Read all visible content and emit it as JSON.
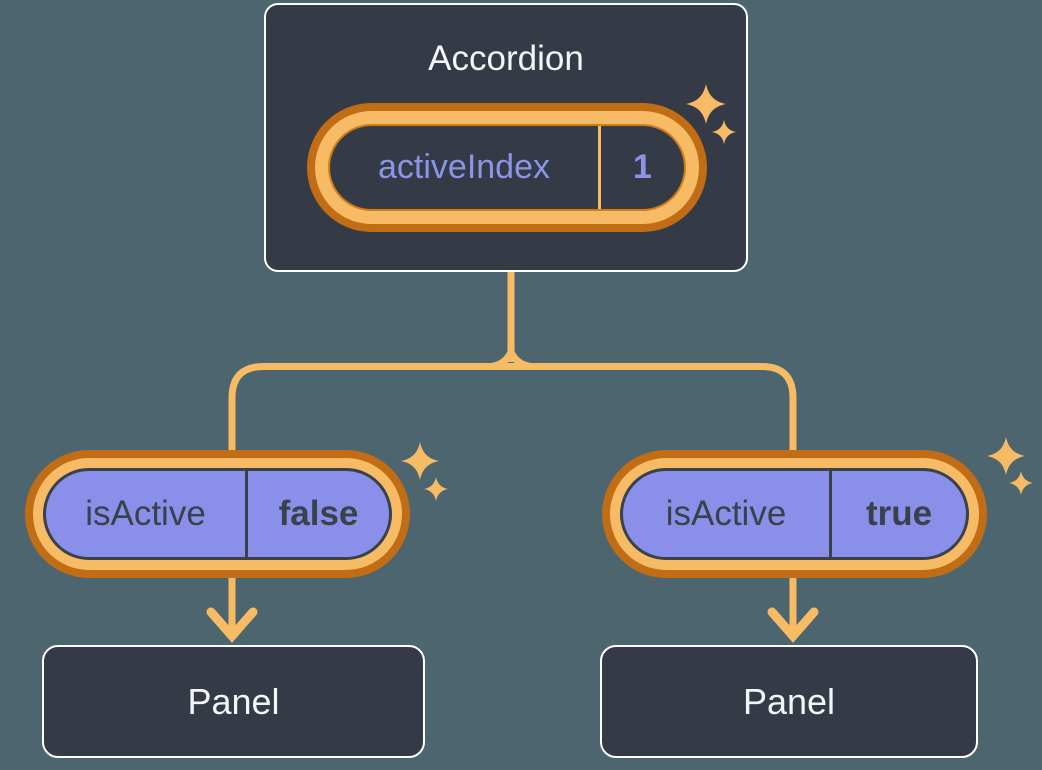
{
  "diagram": {
    "accordion": {
      "title": "Accordion",
      "state": {
        "name": "activeIndex",
        "value": "1"
      }
    },
    "children": [
      {
        "prop": {
          "name": "isActive",
          "value": "false"
        },
        "panel_label": "Panel"
      },
      {
        "prop": {
          "name": "isActive",
          "value": "true"
        },
        "panel_label": "Panel"
      }
    ]
  },
  "colors": {
    "background": "#4d656f",
    "slate": "#353b46",
    "slate-text": "#39414b",
    "accent-light": "#f6bb64",
    "accent-dark": "#c06d15",
    "purple": "#8a90ea",
    "purple-text": "#8b94e6"
  }
}
